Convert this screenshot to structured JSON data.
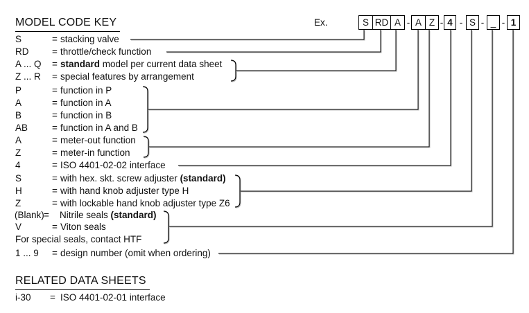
{
  "header": {
    "title": "MODEL CODE KEY"
  },
  "example": {
    "label": "Ex.",
    "separator": "-",
    "boxes": [
      "S",
      "RD",
      "A",
      "A",
      "Z",
      "4",
      "S",
      "_",
      "1"
    ]
  },
  "key_rows": [
    {
      "code": "S",
      "eq": "=",
      "desc": [
        {
          "t": "stacking valve"
        }
      ]
    },
    {
      "code": "RD",
      "eq": "=",
      "desc": [
        {
          "t": "throttle/check function"
        }
      ]
    },
    {
      "code": "A ... Q",
      "eq": "=",
      "desc": [
        {
          "t": "standard",
          "b": true
        },
        {
          "t": " model per current data sheet"
        }
      ]
    },
    {
      "code": "Z ... R",
      "eq": "=",
      "desc": [
        {
          "t": "special features by arrangement"
        }
      ]
    },
    {
      "code": "P",
      "eq": "=",
      "desc": [
        {
          "t": "function in P"
        }
      ]
    },
    {
      "code": "A",
      "eq": "=",
      "desc": [
        {
          "t": "function in A"
        }
      ]
    },
    {
      "code": "B",
      "eq": "=",
      "desc": [
        {
          "t": "function in B"
        }
      ]
    },
    {
      "code": "AB",
      "eq": "=",
      "desc": [
        {
          "t": "function in A and B"
        }
      ]
    },
    {
      "code": "A",
      "eq": "=",
      "desc": [
        {
          "t": "meter-out function"
        }
      ]
    },
    {
      "code": "Z",
      "eq": "=",
      "desc": [
        {
          "t": "meter-in function"
        }
      ]
    },
    {
      "code": "4",
      "eq": "=",
      "desc": [
        {
          "t": "ISO 4401-02-02 interface"
        }
      ]
    },
    {
      "code": "S",
      "eq": "=",
      "desc": [
        {
          "t": "with hex. skt. screw adjuster "
        },
        {
          "t": "(standard)",
          "b": true
        }
      ]
    },
    {
      "code": "H",
      "eq": "=",
      "desc": [
        {
          "t": "with hand knob adjuster type H"
        }
      ]
    },
    {
      "code": "Z",
      "eq": "=",
      "desc": [
        {
          "t": "with lockable hand knob adjuster type Z6"
        }
      ]
    },
    {
      "code": "(Blank)",
      "eq": "=",
      "desc": [
        {
          "t": "Nitrile seals "
        },
        {
          "t": "(standard)",
          "b": true
        }
      ]
    },
    {
      "code": "V",
      "eq": "=",
      "desc": [
        {
          "t": "Viton seals"
        }
      ]
    },
    {
      "note": "For special seals, contact HTF"
    },
    {
      "code": "1 ... 9",
      "eq": "=",
      "desc": [
        {
          "t": "design number (omit when ordering)"
        }
      ]
    }
  ],
  "related": {
    "title": "RELATED DATA SHEETS",
    "rows": [
      {
        "code": "i-30",
        "eq": "=",
        "desc": [
          {
            "t": "ISO 4401-02-01 interface"
          }
        ]
      }
    ]
  }
}
